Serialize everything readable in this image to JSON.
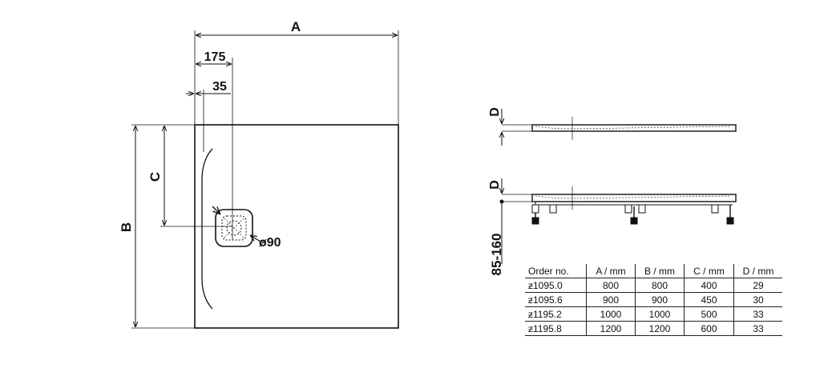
{
  "plan_view": {
    "dim_a": "A",
    "dim_b": "B",
    "dim_c": "C",
    "dim_175": "175",
    "dim_35": "35",
    "drain_diameter": "ø90"
  },
  "section_view": {
    "dim_d_top": "D",
    "dim_d_bottom": "D",
    "leg_height": "85-160"
  },
  "spec_table": {
    "headers": [
      "Order no.",
      "A / mm",
      "B / mm",
      "C / mm",
      "D / mm"
    ],
    "rows": [
      [
        "ƶ1095.0",
        "800",
        "800",
        "400",
        "29"
      ],
      [
        "ƶ1095.6",
        "900",
        "900",
        "450",
        "30"
      ],
      [
        "ƶ1195.2",
        "1000",
        "1000",
        "500",
        "33"
      ],
      [
        "ƶ1195.8",
        "1200",
        "1200",
        "600",
        "33"
      ]
    ]
  }
}
